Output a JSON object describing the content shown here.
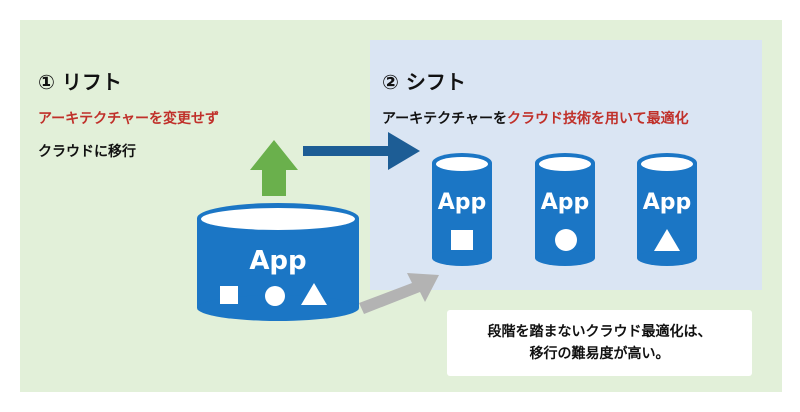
{
  "colors": {
    "outer_bg": "#e2f0d9",
    "shift_bg": "#dae5f3",
    "cylinder_fill": "#1b76c5",
    "cylinder_top": "#ffffff",
    "accent_red": "#c0302a",
    "arrow_green": "#6ab04c",
    "arrow_blue": "#1d5d95",
    "arrow_gray": "#b3b3b3"
  },
  "lift": {
    "title": "① リフト",
    "subtitle_red": "アーキテクチャーを変更せず",
    "description": "クラウドに移行"
  },
  "shift": {
    "title": "② シフト",
    "subtitle_prefix": "アーキテクチャーを",
    "subtitle_red": "クラウド技術を用いて最適化"
  },
  "source_app": {
    "label": "App",
    "shapes": [
      "square-icon",
      "circle-icon",
      "triangle-icon"
    ]
  },
  "target_apps": [
    {
      "label": "App",
      "shape": "square-icon"
    },
    {
      "label": "App",
      "shape": "circle-icon"
    },
    {
      "label": "App",
      "shape": "triangle-icon"
    }
  ],
  "callout": {
    "line1": "段階を踏まないクラウド最適化は、",
    "line2": "移行の難易度が高い。"
  }
}
